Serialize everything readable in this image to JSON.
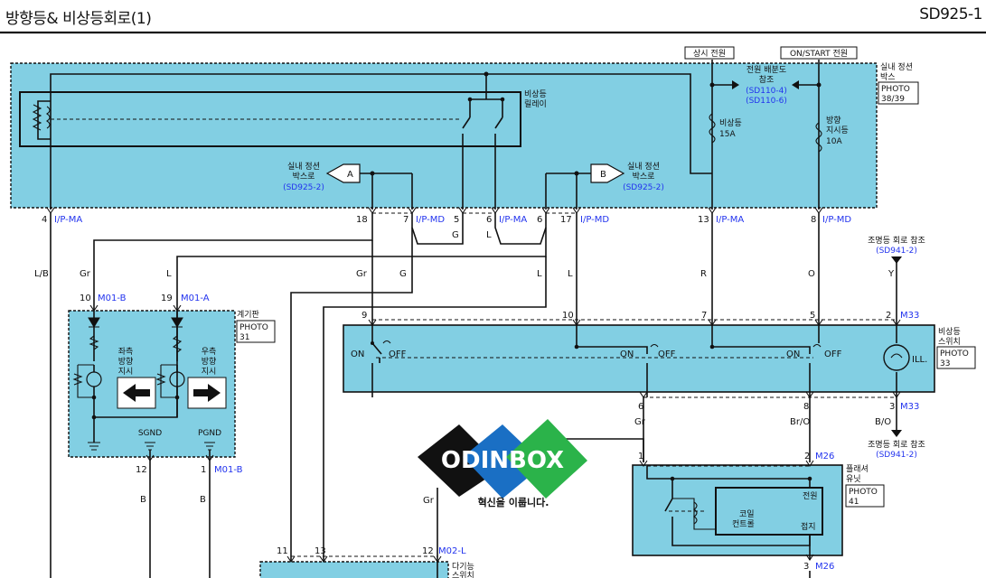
{
  "header": {
    "title": "방향등& 비상등회로(1)",
    "code": "SD925-1"
  },
  "power": {
    "constant": "상시 전원",
    "on_start": "ON/START 전원"
  },
  "junction_box": {
    "label_line1": "실내 정션",
    "label_line2": "박스",
    "photo_line1": "PHOTO",
    "photo_line2": "38/39",
    "relay_line1": "비상등",
    "relay_line2": "릴레이",
    "dist_ref_line1": "전원 배분도",
    "dist_ref_line2": "참조",
    "dist_ref_code1": "(SD110-4)",
    "dist_ref_code2": "(SD110-6)",
    "fuse1_line1": "비상등",
    "fuse1_line2": "15A",
    "fuse2_line1": "방향",
    "fuse2_line2": "지시등",
    "fuse2_line3": "10A",
    "ref_a_line1": "실내 정션",
    "ref_a_line2": "박스로",
    "ref_a_code": "(SD925-2)",
    "ref_a_letter": "A",
    "ref_b_line1": "실내 정션",
    "ref_b_line2": "박스로",
    "ref_b_code": "(SD925-2)",
    "ref_b_letter": "B"
  },
  "jb_pins": [
    {
      "num": "4",
      "conn": "I/P-MA"
    },
    {
      "num": "18",
      "conn": ""
    },
    {
      "num": "7",
      "conn": "I/P-MD"
    },
    {
      "num": "5",
      "conn": ""
    },
    {
      "num": "6",
      "conn": "I/P-MA"
    },
    {
      "num": "6",
      "conn": ""
    },
    {
      "num": "17",
      "conn": "I/P-MD"
    },
    {
      "num": "13",
      "conn": "I/P-MA"
    },
    {
      "num": "8",
      "conn": "I/P-MD"
    }
  ],
  "wire_colors": {
    "lb": "L/B",
    "gr1": "Gr",
    "l1": "L",
    "g_small": "G",
    "l_small": "L",
    "gr2": "Gr",
    "g2": "G",
    "l2": "L",
    "l3": "L",
    "r": "R",
    "o": "O",
    "y": "Y",
    "gr_sw6": "Gr",
    "bro": "Br/O",
    "bo": "B/O",
    "b1": "B",
    "b2": "B",
    "gr_m02": "Gr"
  },
  "cluster": {
    "pin_left": "10",
    "conn_left": "M01-B",
    "pin_right": "19",
    "conn_right": "M01-A",
    "label": "계기판",
    "photo_line1": "PHOTO",
    "photo_line2": "31",
    "left_line1": "좌측",
    "left_line2": "방향",
    "left_line3": "지시",
    "right_line1": "우측",
    "right_line2": "방향",
    "right_line3": "지시",
    "sgnd": "SGND",
    "pgnd": "PGND",
    "pin_b1": "12",
    "pin_b2": "1",
    "conn_bottom": "M01-B"
  },
  "lighting_ref_top": {
    "line1": "조명등 회로 참조",
    "code": "(SD941-2)"
  },
  "lighting_ref_bottom": {
    "line1": "조명등 회로 참조",
    "code": "(SD941-2)"
  },
  "hazard_switch": {
    "label_line1": "비상등",
    "label_line2": "스위치",
    "photo_line1": "PHOTO",
    "photo_line2": "33",
    "top_pins": [
      "9",
      "10",
      "7",
      "5",
      "2"
    ],
    "top_conn": "M33",
    "bottom_pins": [
      "6",
      "8",
      "3"
    ],
    "bottom_conn": "M33",
    "on": "ON",
    "off": "OFF",
    "ill": "ILL."
  },
  "flasher": {
    "pin1": "1",
    "pin2": "2",
    "conn_top": "M26",
    "pin3": "3",
    "conn_bottom": "M26",
    "label_line1": "플래셔",
    "label_line2": "유닛",
    "photo_line1": "PHOTO",
    "photo_line2": "41",
    "power": "전원",
    "coil_line1": "코일",
    "coil_line2": "컨트롤",
    "ground": "접지"
  },
  "multi_switch": {
    "pin1": "11",
    "pin2": "13",
    "pin3": "12",
    "conn": "M02-L",
    "label_line1": "다기능",
    "label_line2": "스위치"
  },
  "logo": {
    "name": "ODINBOX",
    "slogan": "혁신을 이룹니다.",
    "color_black": "#111111",
    "color_blue": "#1a6fc4",
    "color_green": "#2bb34a"
  }
}
